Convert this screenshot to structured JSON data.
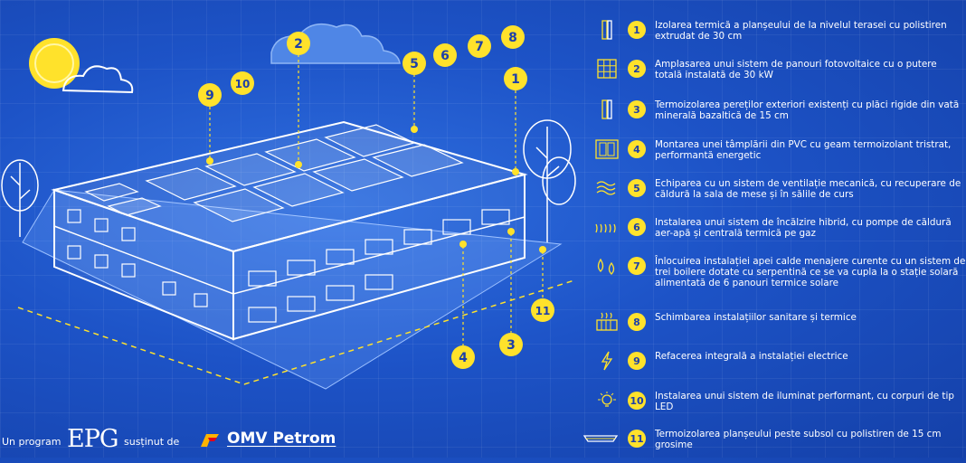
{
  "colors": {
    "background": "#1d53c7",
    "accent": "#ffe22b",
    "line": "#ffffff"
  },
  "callouts": [
    "1",
    "2",
    "3",
    "4",
    "5",
    "6",
    "7",
    "8",
    "9",
    "10",
    "11"
  ],
  "legend": [
    {
      "num": "1",
      "icon": "wall-insulation-icon",
      "text": "Izolarea termică a planșeului de la nivelul terasei cu polistiren extrudat de 30 cm"
    },
    {
      "num": "2",
      "icon": "solar-panel-icon",
      "text": "Amplasarea unui sistem de panouri fotovoltaice cu o putere totală instalată de 30 kW"
    },
    {
      "num": "3",
      "icon": "wall-insulation-icon",
      "text": "Termoizolarea pereților exteriori existenți cu plăci rigide din vată minerală bazaltică de 15 cm"
    },
    {
      "num": "4",
      "icon": "window-icon",
      "text": "Montarea unei tâmplării din PVC cu geam termoizolant tristrat, performantă energetic"
    },
    {
      "num": "5",
      "icon": "ventilation-icon",
      "text": "Echiparea cu un sistem de ventilație mecanică, cu recuperare de căldură la sala de mese și în sălile de curs"
    },
    {
      "num": "6",
      "icon": "heating-icon",
      "text": "Instalarea unui sistem de încălzire hibrid, cu pompe de căldură aer-apă și centrală termică pe gaz"
    },
    {
      "num": "7",
      "icon": "water-drops-icon",
      "text": "Înlocuirea instalației apei calde menajere curente cu un sistem de trei boilere dotate cu serpentină ce se va cupla la o stație solară alimentată de 6 panouri termice solare"
    },
    {
      "num": "8",
      "icon": "radiator-icon",
      "text": "Schimbarea instalațiilor sanitare și termice"
    },
    {
      "num": "9",
      "icon": "lightning-icon",
      "text": "Refacerea integrală a instalației electrice"
    },
    {
      "num": "10",
      "icon": "light-bulb-icon",
      "text": "Instalarea unui sistem de iluminat performant, cu corpuri de tip LED"
    },
    {
      "num": "11",
      "icon": "floor-slab-icon",
      "text": "Termoizolarea planșeului peste subsol cu polistiren de 15 cm grosime"
    }
  ],
  "footer": {
    "prefix": "Un program",
    "program": "EPG",
    "middle": "susținut de",
    "brand": "OMV Petrom"
  }
}
